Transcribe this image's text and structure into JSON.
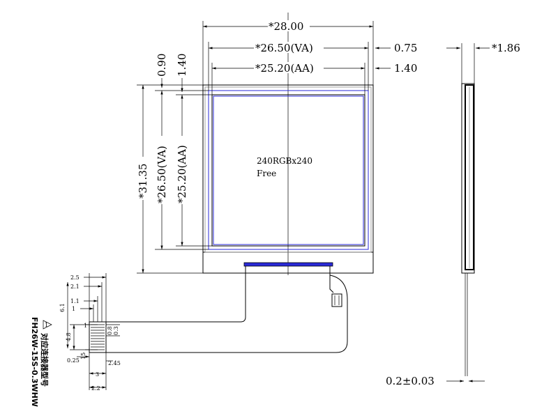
{
  "drawing": {
    "display_resolution": "240RGBx240",
    "display_note": "Free",
    "dimensions": {
      "outline_width": "*28.00",
      "va_width": "*26.50(VA)",
      "aa_width": "*25.20(AA)",
      "right_offset_va": "0.75",
      "right_offset_aa": "1.40",
      "side_thickness": "*1.86",
      "top_offset_outline": "0.90",
      "top_offset_aa": "1.40",
      "outline_height": "*31.35",
      "va_height": "*26.50(VA)",
      "aa_height": "*25.20(AA)",
      "fpc_thickness": "0.2±0.03"
    },
    "connector": {
      "dims": {
        "d2_5": "2.5",
        "d2_1": "2.1",
        "d1_1": "1.1",
        "d1": "1",
        "d6_1": "6.1",
        "d4_8": "4.8",
        "d0_8": "0.8",
        "d0_3": "0.3",
        "d15": "15",
        "d0_25": "0.25",
        "d2_45": "2.45",
        "d3": "3",
        "d2_2": "2.2"
      },
      "part_number": "FH26W-15S-0.3WHW",
      "note_cn": "对应连接器型号"
    }
  }
}
